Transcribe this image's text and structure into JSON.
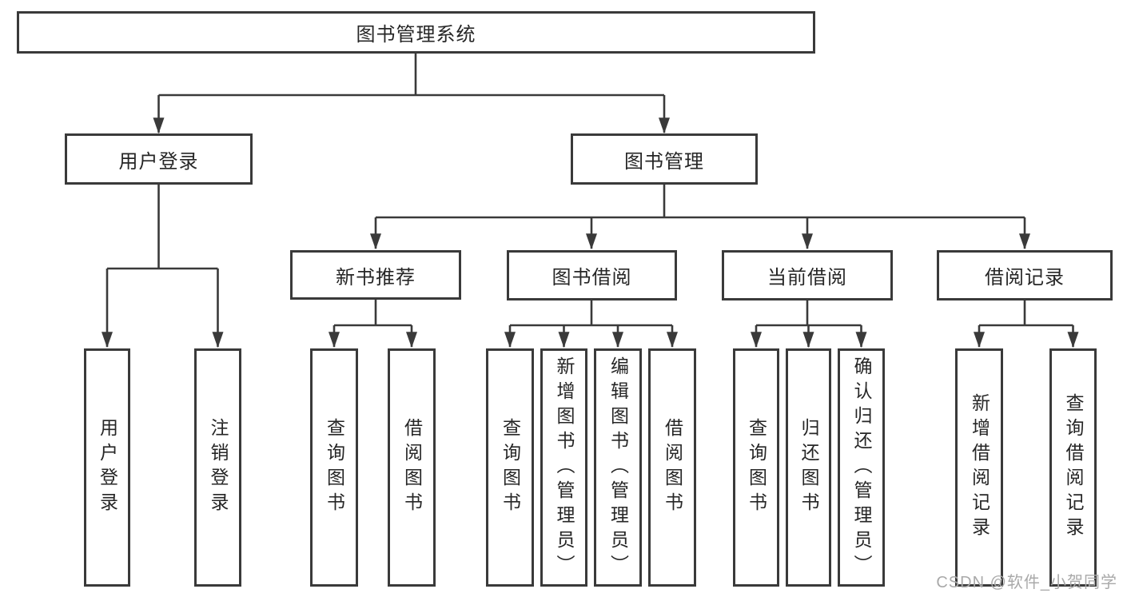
{
  "watermark": "CSDN @软件_小贺同学",
  "colors": {
    "line": "#3a3a3a",
    "text": "#262626",
    "bg": "#ffffff",
    "boxbg": "#ffffff",
    "watermark": "#a9a9a9"
  },
  "tree": {
    "label": "图书管理系统",
    "children": [
      {
        "label": "用户登录",
        "children": [
          {
            "label": "用户登录"
          },
          {
            "label": "注销登录"
          }
        ]
      },
      {
        "label": "图书管理",
        "children": [
          {
            "label": "新书推荐",
            "children": [
              {
                "label": "查询图书"
              },
              {
                "label": "借阅图书"
              }
            ]
          },
          {
            "label": "图书借阅",
            "children": [
              {
                "label": "查询图书"
              },
              {
                "label": "新增图书（管理员）"
              },
              {
                "label": "编辑图书（管理员）"
              },
              {
                "label": "借阅图书"
              }
            ]
          },
          {
            "label": "当前借阅",
            "children": [
              {
                "label": "查询图书"
              },
              {
                "label": "归还图书"
              },
              {
                "label": "确认归还（管理员）"
              }
            ]
          },
          {
            "label": "借阅记录",
            "children": [
              {
                "label": "新增借阅记录"
              },
              {
                "label": "查询借阅记录"
              }
            ]
          }
        ]
      }
    ]
  }
}
